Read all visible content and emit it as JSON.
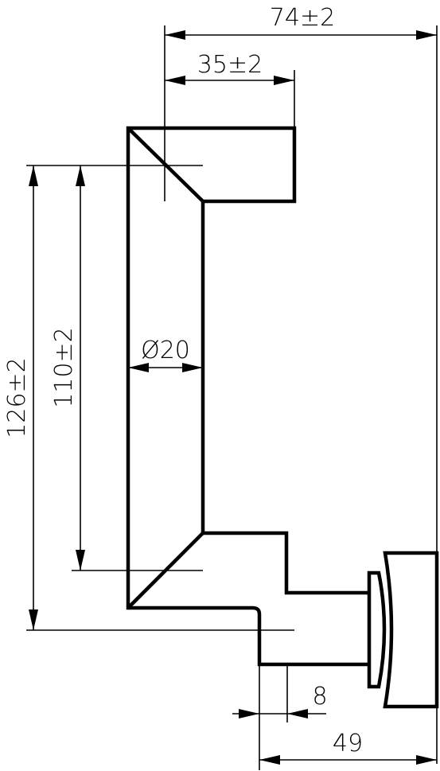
{
  "dimensions": {
    "overall_width": "74±2",
    "inner_width": "35±2",
    "diameter": "Ø20",
    "height_inner": "110±2",
    "height_outer": "126±2",
    "offset": "8",
    "depth": "49"
  }
}
